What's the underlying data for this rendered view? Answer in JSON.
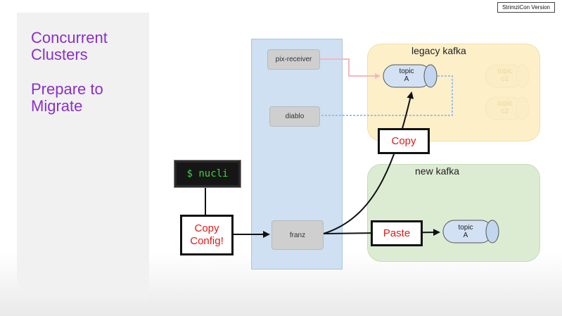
{
  "slide": {
    "title_line1": "Concurrent",
    "title_line2": "Clusters",
    "subtitle_line1": "Prepare to",
    "subtitle_line2": "Migrate",
    "version_tag": "StrimziCon Version"
  },
  "terminal": {
    "command": "$ nucli"
  },
  "services": {
    "pix_receiver": "pix-receiver",
    "diablo": "diablo",
    "franz": "franz"
  },
  "legacy_kafka": {
    "title": "legacy kafka",
    "topic_a_line1": "topic",
    "topic_a_line2": "A",
    "topic_c1_line1": "topic",
    "topic_c1_line2": "c1",
    "topic_c2_line1": "topic",
    "topic_c2_line2": "c2"
  },
  "new_kafka": {
    "title": "new kafka",
    "topic_a_line1": "topic",
    "topic_a_line2": "A"
  },
  "callouts": {
    "copy_config_line1": "Copy",
    "copy_config_line2": "Config!",
    "copy": "Copy",
    "paste": "Paste"
  },
  "colors": {
    "heading": "#8b2fc9",
    "legacy_region": "#fdf0c9",
    "new_region": "#dcecd3",
    "service_column": "#cfe0f3",
    "callout_text": "#e11919",
    "terminal_text": "#3bd33b"
  }
}
